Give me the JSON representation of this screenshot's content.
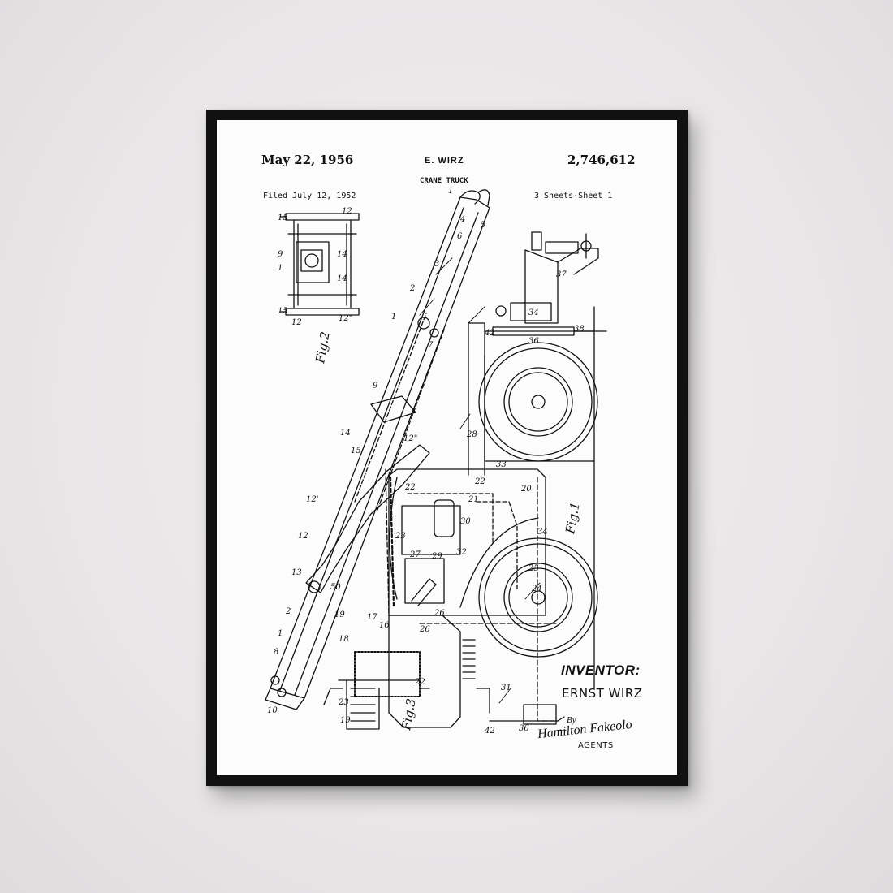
{
  "patent": {
    "date": "May 22, 1956",
    "inventor_header": "E. WIRZ",
    "number": "2,746,612",
    "title": "CRANE TRUCK",
    "filed": "Filed July 12, 1952",
    "sheets": "3 Sheets-Sheet 1"
  },
  "figures": {
    "fig1": "Fig.1",
    "fig2": "Fig.2",
    "fig3": "Fig.3"
  },
  "signature": {
    "inventor_label": "INVENTOR:",
    "inventor_name": "ERNST WIRZ",
    "by": "By",
    "agent_signature": "Hamilton Fakeolo",
    "agents_label": "AGENTS"
  },
  "colors": {
    "wall": "#ebe9ea",
    "frame": "#111111",
    "paper": "#fcfcfc",
    "ink": "#111111"
  }
}
